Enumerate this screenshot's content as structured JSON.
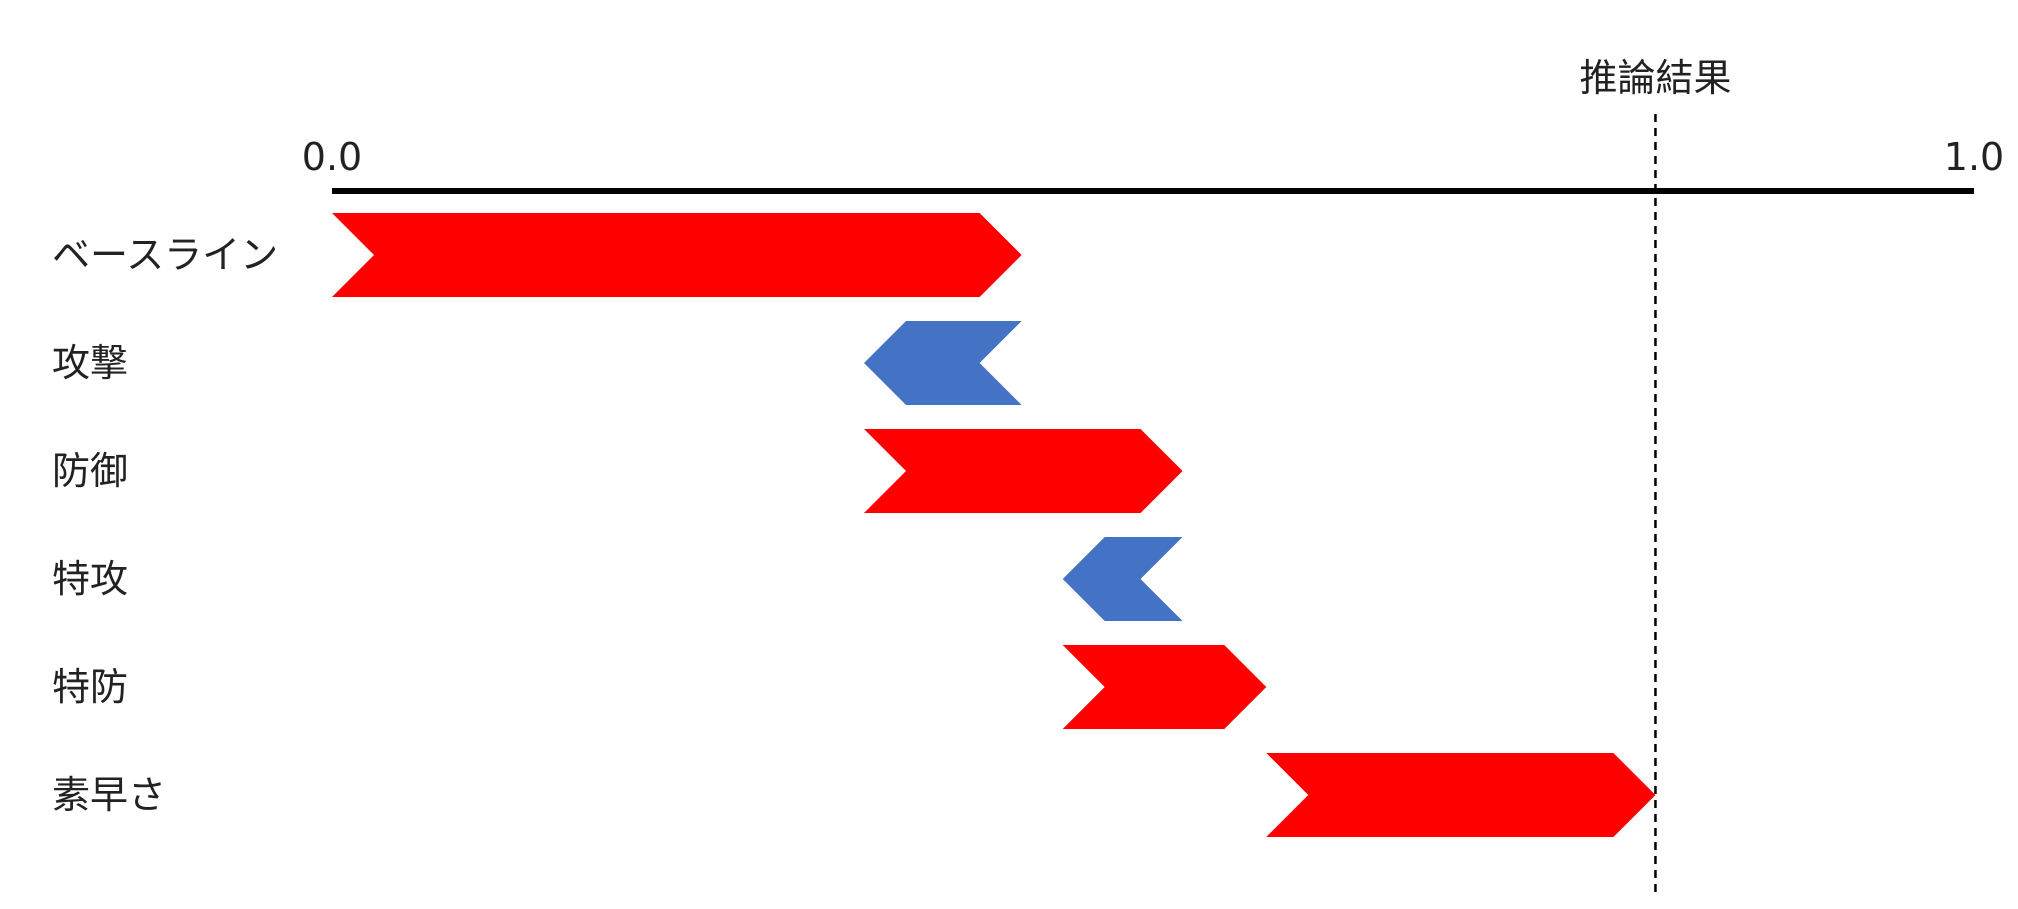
{
  "chart_data": {
    "type": "waterfall",
    "xlim": [
      0.0,
      1.0
    ],
    "tick_labels": [
      "0.0",
      "1.0"
    ],
    "reference_line": {
      "label": "推論結果",
      "value": 0.806
    },
    "colors": {
      "positive": "#ff0000",
      "negative": "#4472c4",
      "axis": "#000000"
    },
    "rows": [
      {
        "label": "ベースライン",
        "start": 0.0,
        "end": 0.42,
        "direction": "positive"
      },
      {
        "label": "攻撃",
        "start": 0.42,
        "end": 0.324,
        "direction": "negative"
      },
      {
        "label": "防御",
        "start": 0.324,
        "end": 0.518,
        "direction": "positive"
      },
      {
        "label": "特攻",
        "start": 0.518,
        "end": 0.445,
        "direction": "negative"
      },
      {
        "label": "特防",
        "start": 0.445,
        "end": 0.569,
        "direction": "positive"
      },
      {
        "label": "素早さ",
        "start": 0.569,
        "end": 0.806,
        "direction": "positive"
      }
    ]
  }
}
